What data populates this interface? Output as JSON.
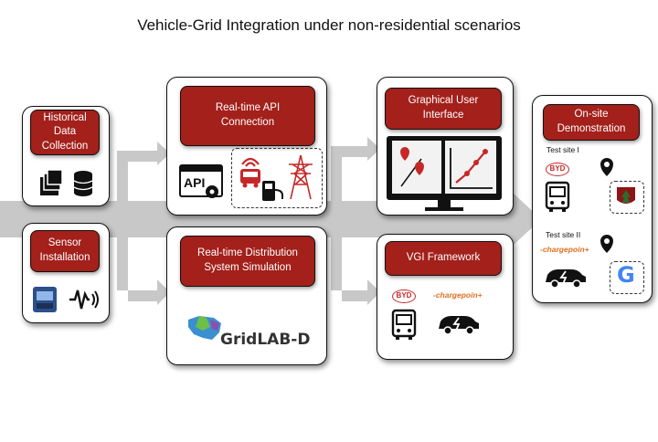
{
  "title": "Vehicle-Grid Integration under non-residential scenarios",
  "boxes": {
    "historical": "Historical\nData\nCollection",
    "sensor": "Sensor\nInstallation",
    "api": "Real-time API\nConnection",
    "simulation": "Real-time Distribution\nSystem Simulation",
    "gui": "Graphical User\nInterface",
    "vgi": "VGI Framework",
    "onsite": "On-site\nDemonstration"
  },
  "labels": {
    "api_icon": "API",
    "gridlab": "GridLAB-D",
    "byd": "BYD",
    "chargepoint": "-chargepoin+",
    "test_site_1": "Test site I",
    "test_site_2": "Test site II",
    "google": "G"
  },
  "colors": {
    "accent_red": "#a3201b",
    "arrow_gray": "#c8c8c8"
  }
}
